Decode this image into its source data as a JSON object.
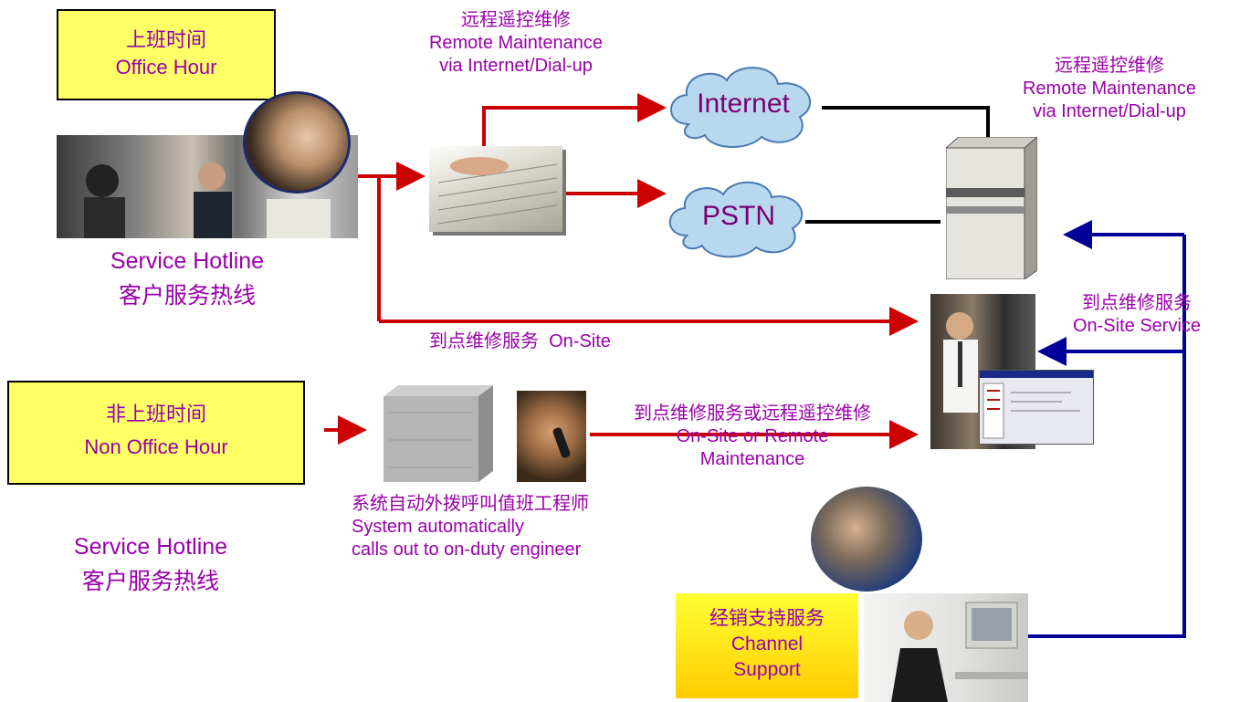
{
  "office_hour": {
    "cn": "上班时间",
    "en": "Office Hour"
  },
  "non_office_hour": {
    "cn": "非上班时间",
    "en": "Non Office Hour"
  },
  "hotline_top": {
    "en": "Service Hotline",
    "cn": "客户服务热线"
  },
  "hotline_bottom": {
    "en": "Service Hotline",
    "cn": "客户服务热线"
  },
  "remote_top": {
    "cn": "远程遥控维修",
    "l1": "Remote Maintenance",
    "l2": "via Internet/Dial-up"
  },
  "remote_right": {
    "cn": "远程遥控维修",
    "l1": "Remote Maintenance",
    "l2": "via Internet/Dial-up"
  },
  "internet_label": "Internet",
  "pstn_label": "PSTN",
  "onsite_top": "到点维修服务  On-Site",
  "onsite_right": {
    "cn": "到点维修服务",
    "en": "On-Site Service"
  },
  "onsite_or_remote": {
    "cn": "到点维修服务或远程遥控维修",
    "l1": "On-Site or Remote",
    "l2": "Maintenance"
  },
  "system_calls": {
    "cn": "系统自动外拨呼叫值班工程师",
    "l1": "System automatically",
    "l2": "calls out to on-duty engineer"
  },
  "channel_support": {
    "cn": "经销支持服务",
    "l1": "Channel",
    "l2": "Support"
  },
  "colors": {
    "red_arrow": "#cc0000",
    "blue_arrow": "#000099",
    "label_purple": "#9900aa",
    "box_yellow": "#ffff66"
  }
}
